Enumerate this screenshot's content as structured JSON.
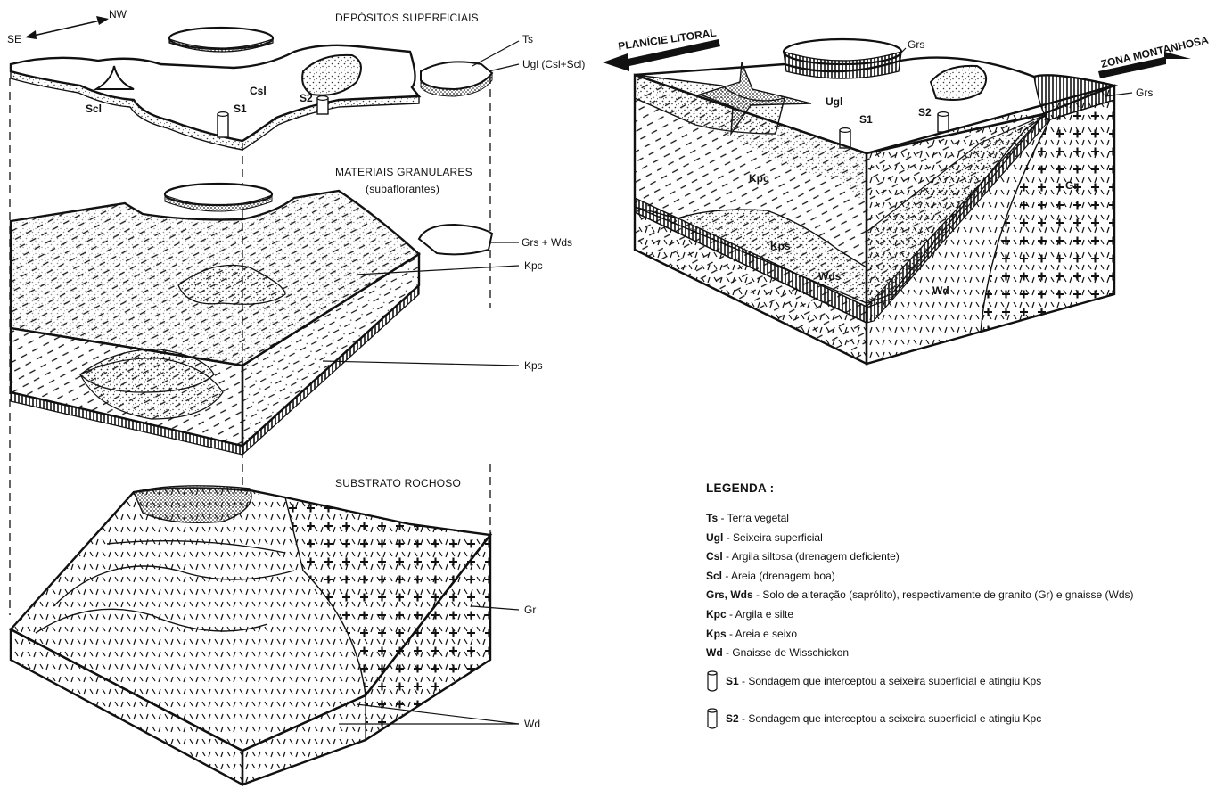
{
  "colors": {
    "ink": "#111111",
    "paper": "#ffffff",
    "stipple": "#444444"
  },
  "left_diagram": {
    "orientation": {
      "left": "SE",
      "right": "NW"
    },
    "titles": {
      "surface": "DEPÓSITOS SUPERFICIAIS",
      "granular_line1": "MATERIAIS GRANULARES",
      "granular_line2": "(subaflorantes)",
      "bedrock": "SUBSTRATO ROCHOSO"
    },
    "surface_labels": {
      "scl": "Scl",
      "csl": "Csl",
      "s1": "S1",
      "s2": "S2"
    },
    "callouts": {
      "ts": "Ts",
      "ugl": "Ugl (Csl+Scl)",
      "grs_wds": "Grs + Wds",
      "kpc": "Kpc",
      "kps": "Kps",
      "gr": "Gr",
      "wd": "Wd"
    }
  },
  "right_diagram": {
    "arrow_left": "PLANÍCIE LITORAL",
    "arrow_right": "ZONA MONTANHOSA",
    "labels": {
      "grs_top": "Grs",
      "grs_right": "Grs",
      "ugl": "Ugl",
      "s1": "S1",
      "s2": "S2",
      "kpc": "Kpc",
      "kps": "Kps",
      "wds": "Wds",
      "wd": "Wd",
      "gr": "Gr"
    }
  },
  "legend": {
    "title": "LEGENDA :",
    "items": [
      {
        "code": "Ts",
        "text": "- Terra vegetal"
      },
      {
        "code": "Ugl",
        "text": "- Seixeira superficial"
      },
      {
        "code": "Csl",
        "text": "- Argila siltosa (drenagem deficiente)"
      },
      {
        "code": "Scl",
        "text": "- Areia (drenagem boa)"
      },
      {
        "code": "Grs, Wds",
        "text": "- Solo de alteração (saprólito), respectivamente de granito (Gr) e gnaisse (Wds)"
      },
      {
        "code": "Kpc",
        "text": "- Argila e silte"
      },
      {
        "code": "Kps",
        "text": "- Areia e seixo"
      },
      {
        "code": "Wd",
        "text": "- Gnaisse de Wisschickon"
      }
    ],
    "boreholes": [
      {
        "code": "S1",
        "text": "- Sondagem que interceptou a seixeira superficial e atingiu Kps"
      },
      {
        "code": "S2",
        "text": "- Sondagem que interceptou a seixeira superficial e atingiu Kpc"
      }
    ]
  }
}
